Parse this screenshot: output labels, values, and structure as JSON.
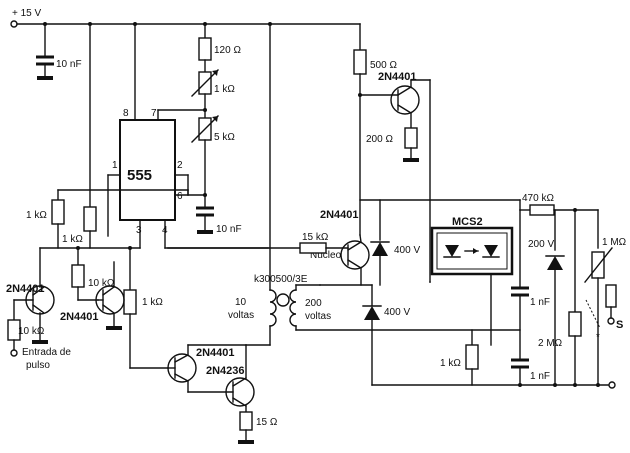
{
  "supply": "+ 15 V",
  "ic": {
    "name": "555",
    "pins": {
      "p8": "8",
      "p7": "7",
      "p1": "1",
      "p2": "2",
      "p6": "6",
      "p3": "3",
      "p4": "4"
    }
  },
  "components": {
    "c_supply": "10 nF",
    "r_120": "120 Ω",
    "pot_1k_top": "1 kΩ",
    "pot_5k": "5 kΩ",
    "c_timing": "10 nF",
    "r_1k_left": "1 kΩ",
    "r_1k_left2": "1 kΩ",
    "r_10k_mid": "10 kΩ",
    "r_1k_mid": "1 kΩ",
    "r_10k_input": "10 kΩ",
    "q_input": "2N4401",
    "q_second": "2N4401",
    "input_label_1": "Entrada de",
    "input_label_2": "pulso",
    "q_driver": "2N4401",
    "q_power": "2N4236",
    "r_15_emitter": "15 Ω",
    "core_1": "Núcleo",
    "core_2": "k300500/3E",
    "primary_1": "10",
    "primary_2": "voltas",
    "secondary_1": "200",
    "secondary_2": "voltas",
    "r_500": "500 Ω",
    "q_top_right": "2N4401",
    "r_200": "200 Ω",
    "q_mid_right": "2N4401",
    "r_15k": "15 kΩ",
    "d_400_upper": "400 V",
    "d_400_lower": "400 V",
    "opto": "MCS2",
    "r_470k": "470 kΩ",
    "zener_200": "200 V",
    "c_1nf_upper": "1 nF",
    "c_1nf_lower": "1 nF",
    "r_2m": "2 MΩ",
    "r_1k_right": "1 kΩ",
    "pot_1m": "1 MΩ",
    "out_s": "S",
    "asterisk": "*"
  }
}
